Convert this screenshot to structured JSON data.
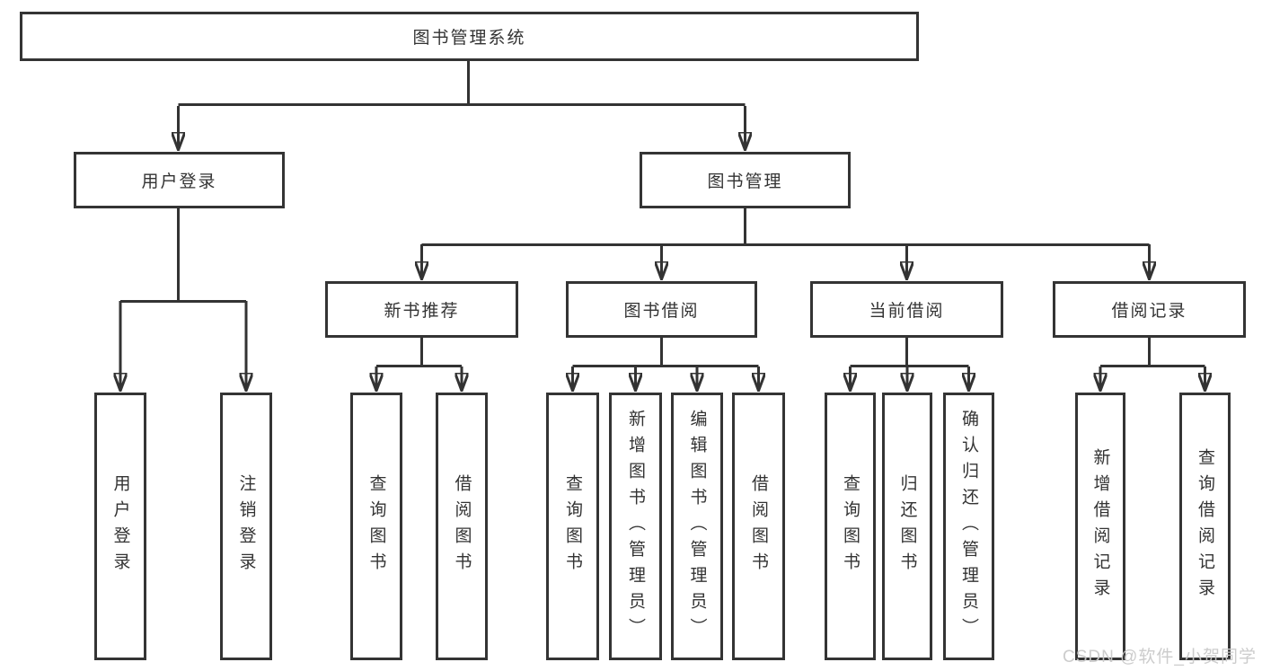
{
  "nodes": {
    "root": {
      "label": "图书管理系统"
    },
    "userLogin": {
      "label": "用户登录"
    },
    "bookMgmt": {
      "label": "图书管理"
    },
    "newBook": {
      "label": "新书推荐"
    },
    "bookBorrow": {
      "label": "图书借阅"
    },
    "currentBorrow": {
      "label": "当前借阅"
    },
    "borrowRecords": {
      "label": "借阅记录"
    },
    "leaves": {
      "userLogin": [
        "用户登录",
        "注销登录"
      ],
      "newBook": [
        "查询图书",
        "借阅图书"
      ],
      "bookBorrow": [
        "查询图书",
        "新增图书（管理员）",
        "编辑图书（管理员）",
        "借阅图书"
      ],
      "currentBorrow": [
        "查询图书",
        "归还图书",
        "确认归还（管理员）"
      ],
      "borrowRecords": [
        "新增借阅记录",
        "查询借阅记录"
      ]
    }
  },
  "watermark": {
    "text": "CSDN @软件_小贺同学"
  },
  "colors": {
    "line": "#333333",
    "border": "#343434",
    "watermark": "#c9c9c9"
  }
}
